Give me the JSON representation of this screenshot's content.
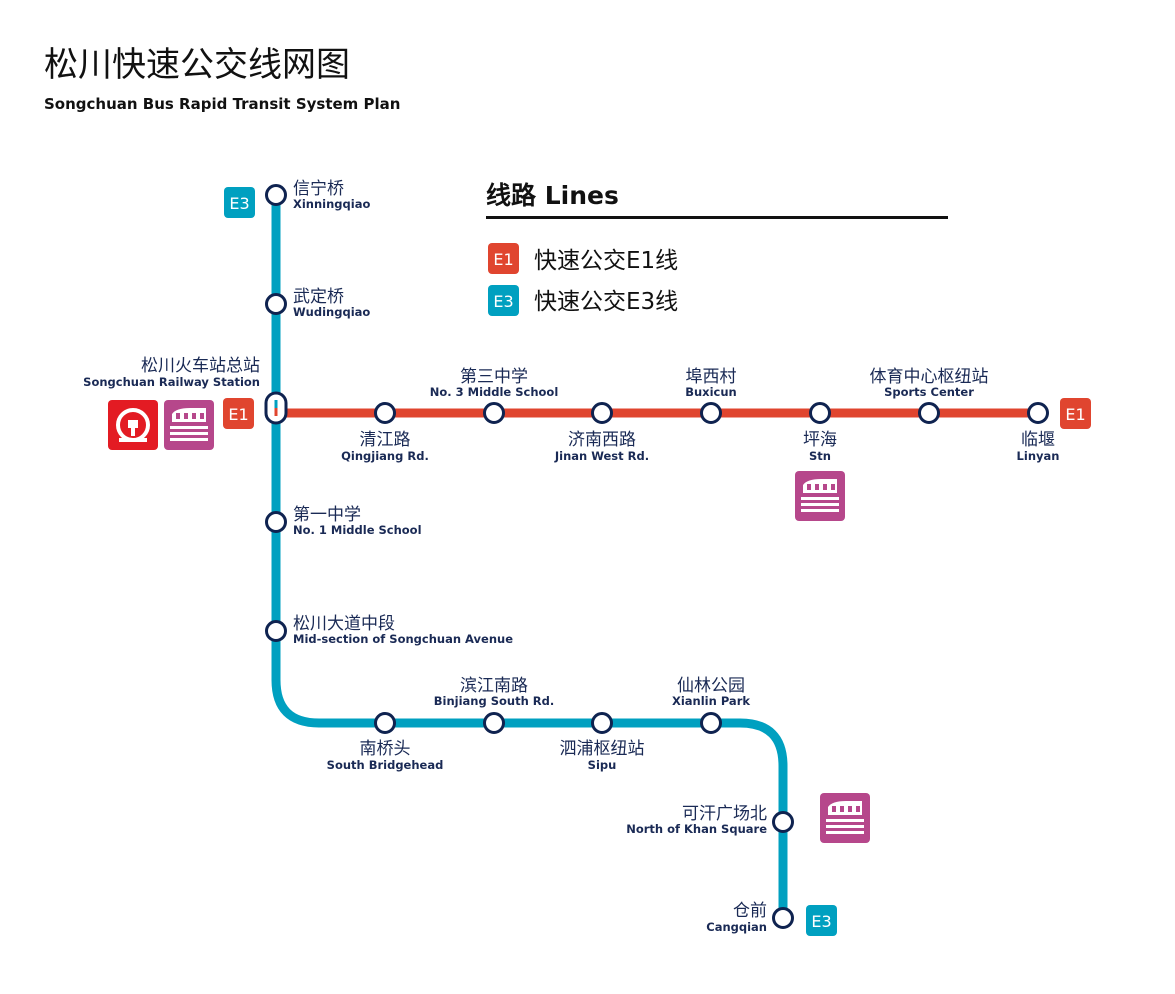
{
  "header": {
    "title_zh": "松川快速公交线网图",
    "title_en": "Songchuan Bus Rapid Transit System Plan"
  },
  "legend": {
    "title": "线路 Lines",
    "items": [
      {
        "code": "E1",
        "label": "快速公交E1线",
        "color": "#e0452f"
      },
      {
        "code": "E3",
        "label": "快速公交E3线",
        "color": "#00a0c0"
      }
    ]
  },
  "colors": {
    "e1": "#e0452f",
    "e3": "#00a0c0",
    "station_stroke": "#0f2350",
    "rail": "#e31b23",
    "metro": "#b6478b"
  },
  "lines": {
    "e1": {
      "badge": "E1"
    },
    "e3": {
      "badge": "E3"
    }
  },
  "stations": [
    {
      "id": "xinningqiao",
      "zh": "信宁桥",
      "en": "Xinningqiao"
    },
    {
      "id": "wudingqiao",
      "zh": "武定桥",
      "en": "Wudingqiao"
    },
    {
      "id": "songchuan-railway",
      "zh": "松川火车站总站",
      "en": "Songchuan Railway Station"
    },
    {
      "id": "qingjiang",
      "zh": "清江路",
      "en": "Qingjiang Rd."
    },
    {
      "id": "no3-middle-school",
      "zh": "第三中学",
      "en": "No. 3 Middle School"
    },
    {
      "id": "jinan-west",
      "zh": "济南西路",
      "en": "Jinan West Rd."
    },
    {
      "id": "buxicun",
      "zh": "埠西村",
      "en": "Buxicun"
    },
    {
      "id": "pinghai",
      "zh": "坪海",
      "en": "Stn"
    },
    {
      "id": "sports-center",
      "zh": "体育中心枢纽站",
      "en": "Sports Center"
    },
    {
      "id": "linyan",
      "zh": "临堰",
      "en": "Linyan"
    },
    {
      "id": "no1-middle-school",
      "zh": "第一中学",
      "en": "No. 1 Middle School"
    },
    {
      "id": "songchuan-ave-mid",
      "zh": "松川大道中段",
      "en": "Mid-section of Songchuan Avenue"
    },
    {
      "id": "south-bridgehead",
      "zh": "南桥头",
      "en": "South Bridgehead"
    },
    {
      "id": "binjiang-south",
      "zh": "滨江南路",
      "en": "Binjiang South Rd."
    },
    {
      "id": "sipu",
      "zh": "泗浦枢纽站",
      "en": "Sipu"
    },
    {
      "id": "xianlin-park",
      "zh": "仙林公园",
      "en": "Xianlin Park"
    },
    {
      "id": "north-khan-square",
      "zh": "可汗广场北",
      "en": "North of Khan Square"
    },
    {
      "id": "cangqian",
      "zh": "仓前",
      "en": "Cangqian"
    }
  ],
  "icons": {
    "rail": "railway-icon",
    "metro": "metro-icon"
  }
}
